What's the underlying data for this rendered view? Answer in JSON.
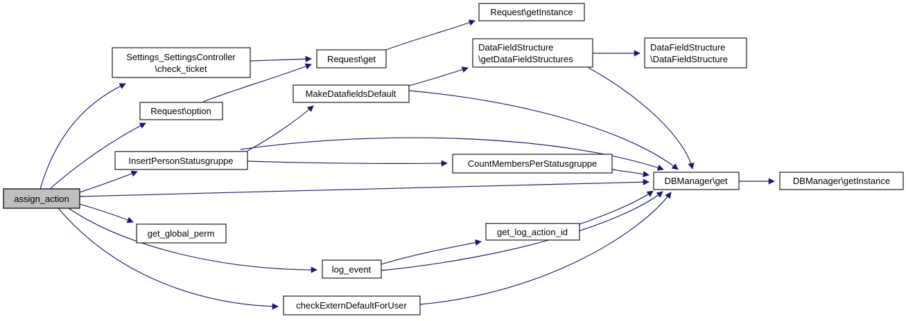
{
  "diagram_type": "doxygen-call-graph",
  "colors": {
    "background": "#ffffff",
    "edge": "#191970",
    "node_fill": "#ffffff",
    "node_border": "#1a1a1a",
    "root_fill": "#bfbfbf",
    "text": "#000000"
  },
  "nodes": [
    {
      "id": "assign_action",
      "role": "root",
      "lines": [
        "assign_action"
      ]
    },
    {
      "id": "settings_check_ticket",
      "lines": [
        "Settings_SettingsController",
        "\\check_ticket"
      ]
    },
    {
      "id": "request_option",
      "lines": [
        "Request\\option"
      ]
    },
    {
      "id": "insert_person_statusgruppe",
      "lines": [
        "InsertPersonStatusgruppe"
      ]
    },
    {
      "id": "request_get",
      "lines": [
        "Request\\get"
      ]
    },
    {
      "id": "make_datafields_default",
      "lines": [
        "MakeDatafieldsDefault"
      ]
    },
    {
      "id": "request_getinstance",
      "lines": [
        "Request\\getInstance"
      ]
    },
    {
      "id": "datafieldstructure_getdatafieldstructures",
      "lines": [
        "DataFieldStructure",
        "\\getDataFieldStructures"
      ]
    },
    {
      "id": "datafieldstructure_datafieldstructure",
      "lines": [
        "DataFieldStructure",
        "\\DataFieldStructure"
      ]
    },
    {
      "id": "count_members_per_statusgruppe",
      "lines": [
        "CountMembersPerStatusgruppe"
      ]
    },
    {
      "id": "dbmanager_get",
      "lines": [
        "DBManager\\get"
      ]
    },
    {
      "id": "dbmanager_getinstance",
      "lines": [
        "DBManager\\getInstance"
      ]
    },
    {
      "id": "get_global_perm",
      "lines": [
        "get_global_perm"
      ]
    },
    {
      "id": "get_log_action_id",
      "lines": [
        "get_log_action_id"
      ]
    },
    {
      "id": "log_event",
      "lines": [
        "log_event"
      ]
    },
    {
      "id": "check_extern_default_for_user",
      "lines": [
        "checkExternDefaultForUser"
      ]
    }
  ],
  "edges": [
    "assign_action -> Settings_SettingsController\\check_ticket",
    "assign_action -> Request\\option",
    "assign_action -> InsertPersonStatusgruppe",
    "assign_action -> DBManager\\get",
    "assign_action -> get_global_perm",
    "assign_action -> log_event",
    "assign_action -> checkExternDefaultForUser",
    "Settings_SettingsController\\check_ticket -> Request\\get",
    "Request\\option -> Request\\get",
    "Request\\get -> Request\\getInstance",
    "InsertPersonStatusgruppe -> MakeDatafieldsDefault",
    "InsertPersonStatusgruppe -> CountMembersPerStatusgruppe",
    "InsertPersonStatusgruppe -> DBManager\\get",
    "MakeDatafieldsDefault -> DataFieldStructure\\getDataFieldStructures",
    "MakeDatafieldsDefault -> DBManager\\get",
    "DataFieldStructure\\getDataFieldStructures -> DataFieldStructure\\DataFieldStructure",
    "DataFieldStructure\\getDataFieldStructures -> DBManager\\get",
    "CountMembersPerStatusgruppe -> DBManager\\get",
    "log_event -> get_log_action_id",
    "get_log_action_id -> DBManager\\get",
    "log_event -> DBManager\\get",
    "checkExternDefaultForUser -> DBManager\\get",
    "DBManager\\get -> DBManager\\getInstance"
  ]
}
